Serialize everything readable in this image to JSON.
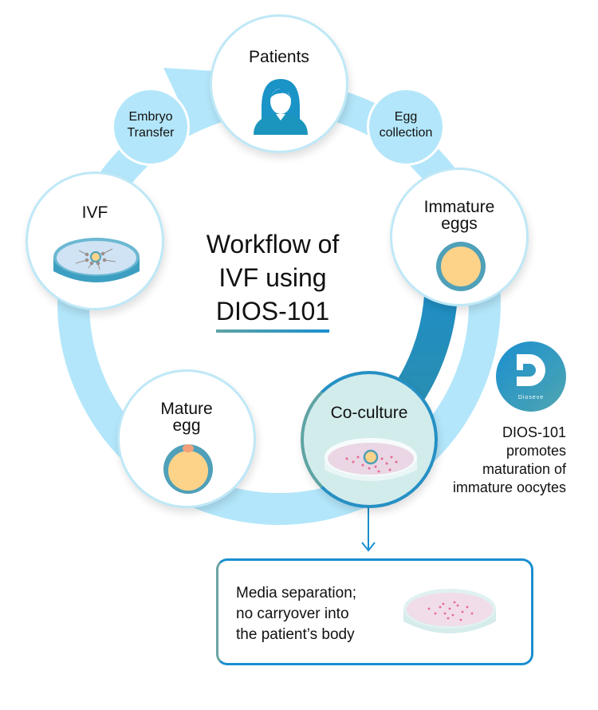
{
  "title": {
    "line1": "Workflow of",
    "line2": "IVF using",
    "line3": "DIOS-101"
  },
  "nodes": {
    "patients": {
      "label": "Patients",
      "icon": "patient-icon"
    },
    "egg_collection": {
      "line1": "Egg",
      "line2": "collection"
    },
    "immature_eggs": {
      "line1": "Immature",
      "line2": "eggs",
      "icon": "immature-egg-icon"
    },
    "co_culture": {
      "label": "Co-culture",
      "icon": "culture-dish-icon"
    },
    "mature_egg": {
      "line1": "Mature",
      "line2": "egg",
      "icon": "mature-egg-icon"
    },
    "ivf": {
      "label": "IVF",
      "icon": "ivf-dish-icon"
    },
    "embryo_transfer": {
      "line1": "Embryo",
      "line2": "Transfer"
    }
  },
  "brand": {
    "name": "Dioseve",
    "icon": "dioseve-logo-icon",
    "note_lines": [
      "DIOS-101",
      "promotes",
      "maturation of",
      "immature oocytes"
    ]
  },
  "result_box": {
    "lines": [
      "Media separation;",
      "no carryover into",
      "the patient’s body"
    ],
    "icon": "separated-dish-icon"
  },
  "colors": {
    "ring_light": "#b3e6fa",
    "ring_dark": "#1a8fd0",
    "teal": "#5fa3a3",
    "egg_yolk": "#fdd38a",
    "accent_orange": "#f4a07a",
    "coculture_bg": "#d2ecec"
  }
}
